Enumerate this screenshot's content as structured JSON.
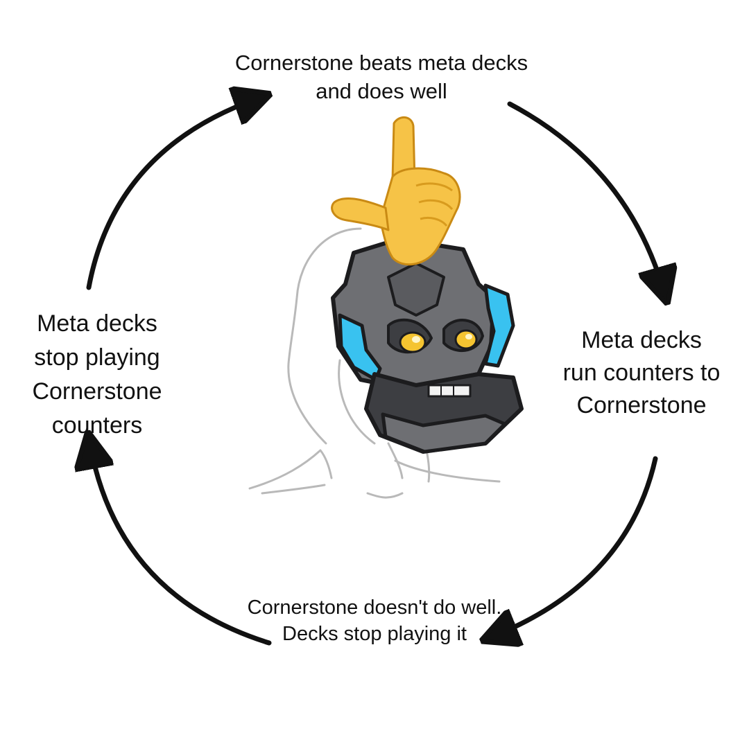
{
  "diagram": {
    "type": "cycle",
    "nodes": [
      {
        "id": "top",
        "text": "Cornerstone beats meta decks\nand does well"
      },
      {
        "id": "right",
        "text": "Meta decks\nrun counters to\nCornerstone"
      },
      {
        "id": "bottom",
        "text": "Cornerstone doesn't do well.\nDecks stop playing it"
      },
      {
        "id": "left",
        "text": "Meta decks\nstop playing\nCornerstone\ncounters"
      }
    ],
    "edges": [
      {
        "from": "top",
        "to": "right"
      },
      {
        "from": "right",
        "to": "bottom"
      },
      {
        "from": "bottom",
        "to": "left"
      },
      {
        "from": "left",
        "to": "top"
      }
    ],
    "center_image": {
      "icons": [
        "wojak-sketch-icon",
        "stone-mask-icon",
        "loser-hand-emoji-icon"
      ]
    }
  },
  "colors": {
    "arrow": "#111111",
    "text": "#111111",
    "background": "#ffffff",
    "mask_stone": "#6e6f73",
    "mask_dark": "#3d3e42",
    "mask_outline": "#1c1c1e",
    "mask_blue": "#39c2f0",
    "mask_eye": "#f5c431",
    "hand": "#f6c347"
  }
}
